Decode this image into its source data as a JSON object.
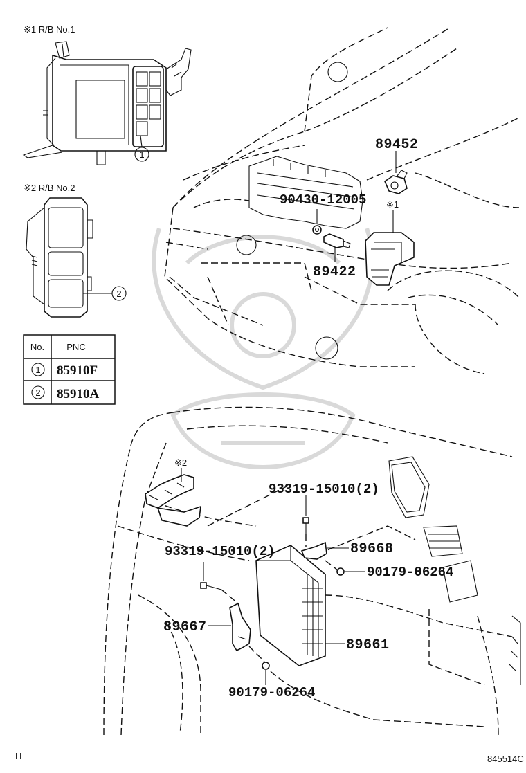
{
  "inset_rb1": {
    "title": "※1 R/B No.1",
    "callout": "1"
  },
  "inset_rb2": {
    "title": "※2 R/B No.2",
    "callout": "2"
  },
  "pnc_table": {
    "headers": [
      "No.",
      "PNC"
    ],
    "rows": [
      {
        "no": "1",
        "pnc": "85910F"
      },
      {
        "no": "2",
        "pnc": "85910A"
      }
    ]
  },
  "engine_view": {
    "labels": {
      "p89452": "89452",
      "p90430": "90430-12005",
      "p89422": "89422",
      "ref1": "※1"
    }
  },
  "cabin_view": {
    "labels": {
      "ref2": "※2",
      "screw_top": "93319-15010(2)",
      "p89668": "89668",
      "nut_top": "90179-06264",
      "screw_left": "93319-15010(2)",
      "p89667": "89667",
      "p89661": "89661",
      "nut_bottom": "90179-06264"
    }
  },
  "footer": {
    "left": "H",
    "right": "845514C"
  }
}
